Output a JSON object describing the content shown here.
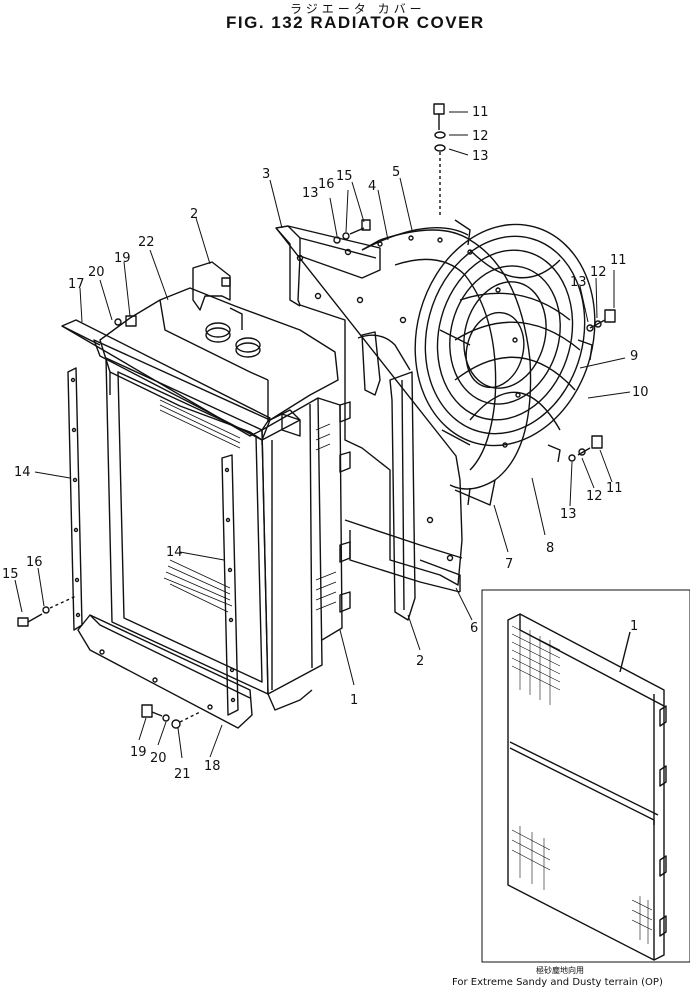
{
  "header": {
    "title_jp": "ラジエータ カバー",
    "title": "FIG. 132  RADIATOR COVER"
  },
  "callouts": [
    "1",
    "2",
    "3",
    "4",
    "5",
    "6",
    "7",
    "8",
    "9",
    "10",
    "11",
    "12",
    "13",
    "14",
    "15",
    "16",
    "17",
    "18",
    "19",
    "20",
    "21",
    "22"
  ],
  "inset": {
    "note_jp": "極砂塵地向用",
    "note_en": "For Extreme Sandy and Dusty terrain (OP)"
  }
}
